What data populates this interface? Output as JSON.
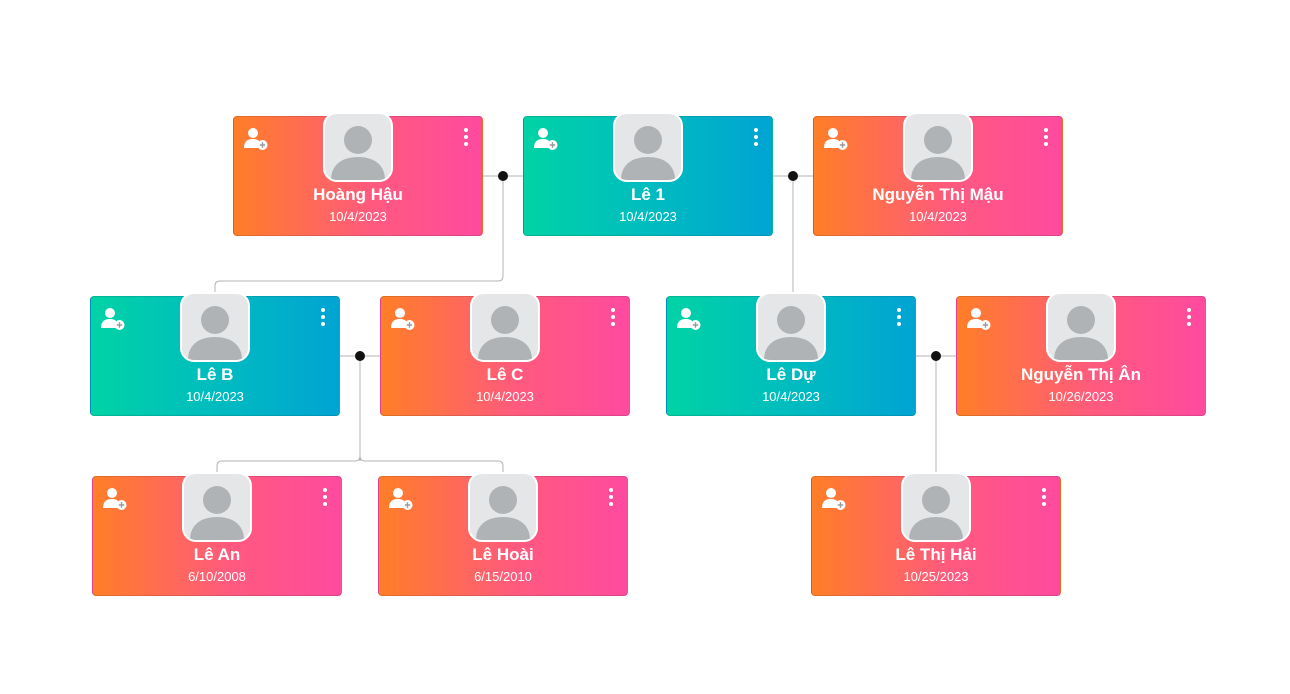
{
  "colors": {
    "female_gradient": [
      "#ff7e27",
      "#ff4a9f"
    ],
    "male_gradient": [
      "#00d3a5",
      "#00a4d3"
    ],
    "connector": "#b3b3b3",
    "junction": "#111111",
    "avatar_bg": "#e5e6e8",
    "avatar_silhouette": "#b0b3b6"
  },
  "icons": {
    "add": "add-person-icon",
    "menu": "more-vertical-icon",
    "avatar": "user-avatar-icon"
  },
  "people": {
    "hoang_hau": {
      "name": "Hoàng Hậu",
      "date": "10/4/2023",
      "gender": "female"
    },
    "le_1": {
      "name": "Lê 1",
      "date": "10/4/2023",
      "gender": "male"
    },
    "nguyen_thi_mau": {
      "name": "Nguyễn Thị Mậu",
      "date": "10/4/2023",
      "gender": "female"
    },
    "le_b": {
      "name": "Lê B",
      "date": "10/4/2023",
      "gender": "male"
    },
    "le_c": {
      "name": "Lê C",
      "date": "10/4/2023",
      "gender": "female"
    },
    "le_du": {
      "name": "Lê Dự",
      "date": "10/4/2023",
      "gender": "male"
    },
    "nguyen_thi_an": {
      "name": "Nguyễn Thị Ân",
      "date": "10/26/2023",
      "gender": "female"
    },
    "le_an": {
      "name": "Lê An",
      "date": "6/10/2008",
      "gender": "female"
    },
    "le_hoai": {
      "name": "Lê Hoài",
      "date": "6/15/2010",
      "gender": "female"
    },
    "le_thi_hai": {
      "name": "Lê Thị Hải",
      "date": "10/25/2023",
      "gender": "female"
    }
  }
}
